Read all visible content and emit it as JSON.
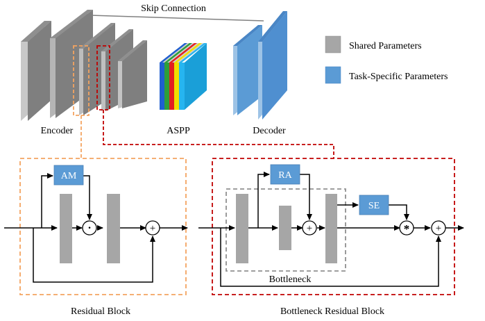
{
  "labels": {
    "skip_connection": "Skip Connection",
    "encoder": "Encoder",
    "aspp": "ASPP",
    "decoder": "Decoder",
    "residual_block": "Residual Block",
    "bottleneck": "Bottleneck",
    "bottleneck_residual_block": "Bottleneck Residual Block"
  },
  "legend": [
    {
      "label": "Shared Parameters",
      "color": "#a6a6a6"
    },
    {
      "label": "Task-Specific Parameters",
      "color": "#5b9bd5"
    }
  ],
  "modules": {
    "am": "AM",
    "ra": "RA",
    "se": "SE"
  },
  "operators": {
    "multiply": "·",
    "add": "+",
    "scale": "*"
  },
  "colors": {
    "gray": "#a6a6a6",
    "blue": "#5b9bd5",
    "orange_dash": "#f4a460",
    "red_dash": "#c00000",
    "bottleneck_dash": "#909090",
    "aspp_stripes": [
      "#1f5fd0",
      "#2e9e3a",
      "#e32020",
      "#f0e000",
      "#26b5f0"
    ]
  }
}
